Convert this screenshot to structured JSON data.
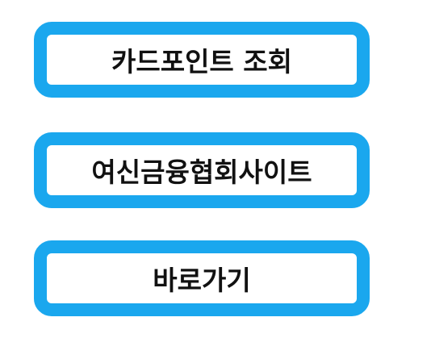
{
  "colors": {
    "border": "#1aa7ee",
    "text": "#111111",
    "background": "#ffffff"
  },
  "buttons": [
    {
      "label": "카드포인트 조회"
    },
    {
      "label": "여신금융협회사이트"
    },
    {
      "label": "바로가기"
    }
  ]
}
